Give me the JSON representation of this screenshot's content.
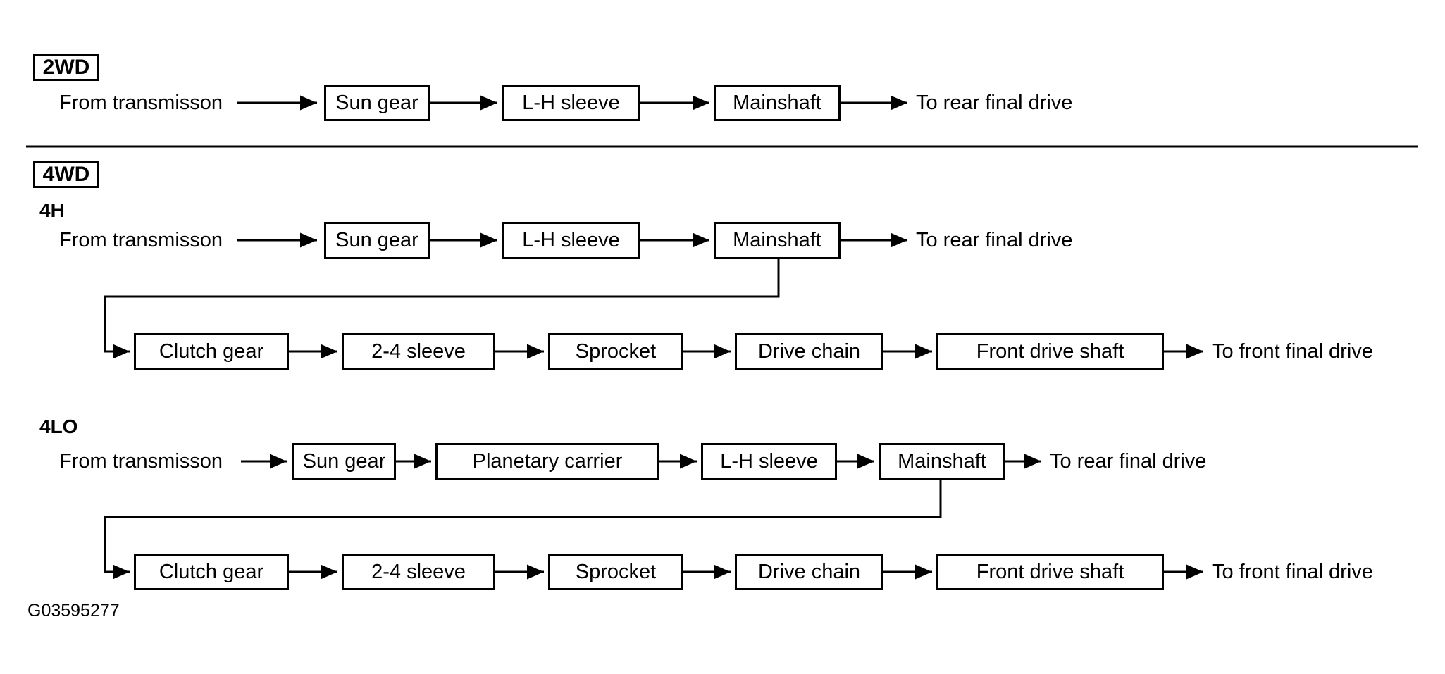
{
  "caption": "G03595277",
  "colors": {
    "ink": "#000000",
    "background": "#ffffff"
  },
  "sections": {
    "twoWd": {
      "badge": "2WD",
      "flow": {
        "source": "From transmisson",
        "boxes": [
          "Sun gear",
          "L-H sleeve",
          "Mainshaft"
        ],
        "sink": "To rear final drive"
      }
    },
    "fourWd": {
      "badge": "4WD",
      "fourH": {
        "label": "4H",
        "mainFlow": {
          "source": "From transmisson",
          "boxes": [
            "Sun gear",
            "L-H sleeve",
            "Mainshaft"
          ],
          "sink": "To rear final drive"
        },
        "frontFlow": {
          "boxes": [
            "Clutch gear",
            "2-4 sleeve",
            "Sprocket",
            "Drive chain",
            "Front drive shaft"
          ],
          "sink": "To front final drive"
        }
      },
      "fourLo": {
        "label": "4LO",
        "mainFlow": {
          "source": "From transmisson",
          "boxes": [
            "Sun gear",
            "Planetary carrier",
            "L-H sleeve",
            "Mainshaft"
          ],
          "sink": "To rear final drive"
        },
        "frontFlow": {
          "boxes": [
            "Clutch gear",
            "2-4 sleeve",
            "Sprocket",
            "Drive chain",
            "Front drive shaft"
          ],
          "sink": "To front final drive"
        }
      }
    }
  }
}
